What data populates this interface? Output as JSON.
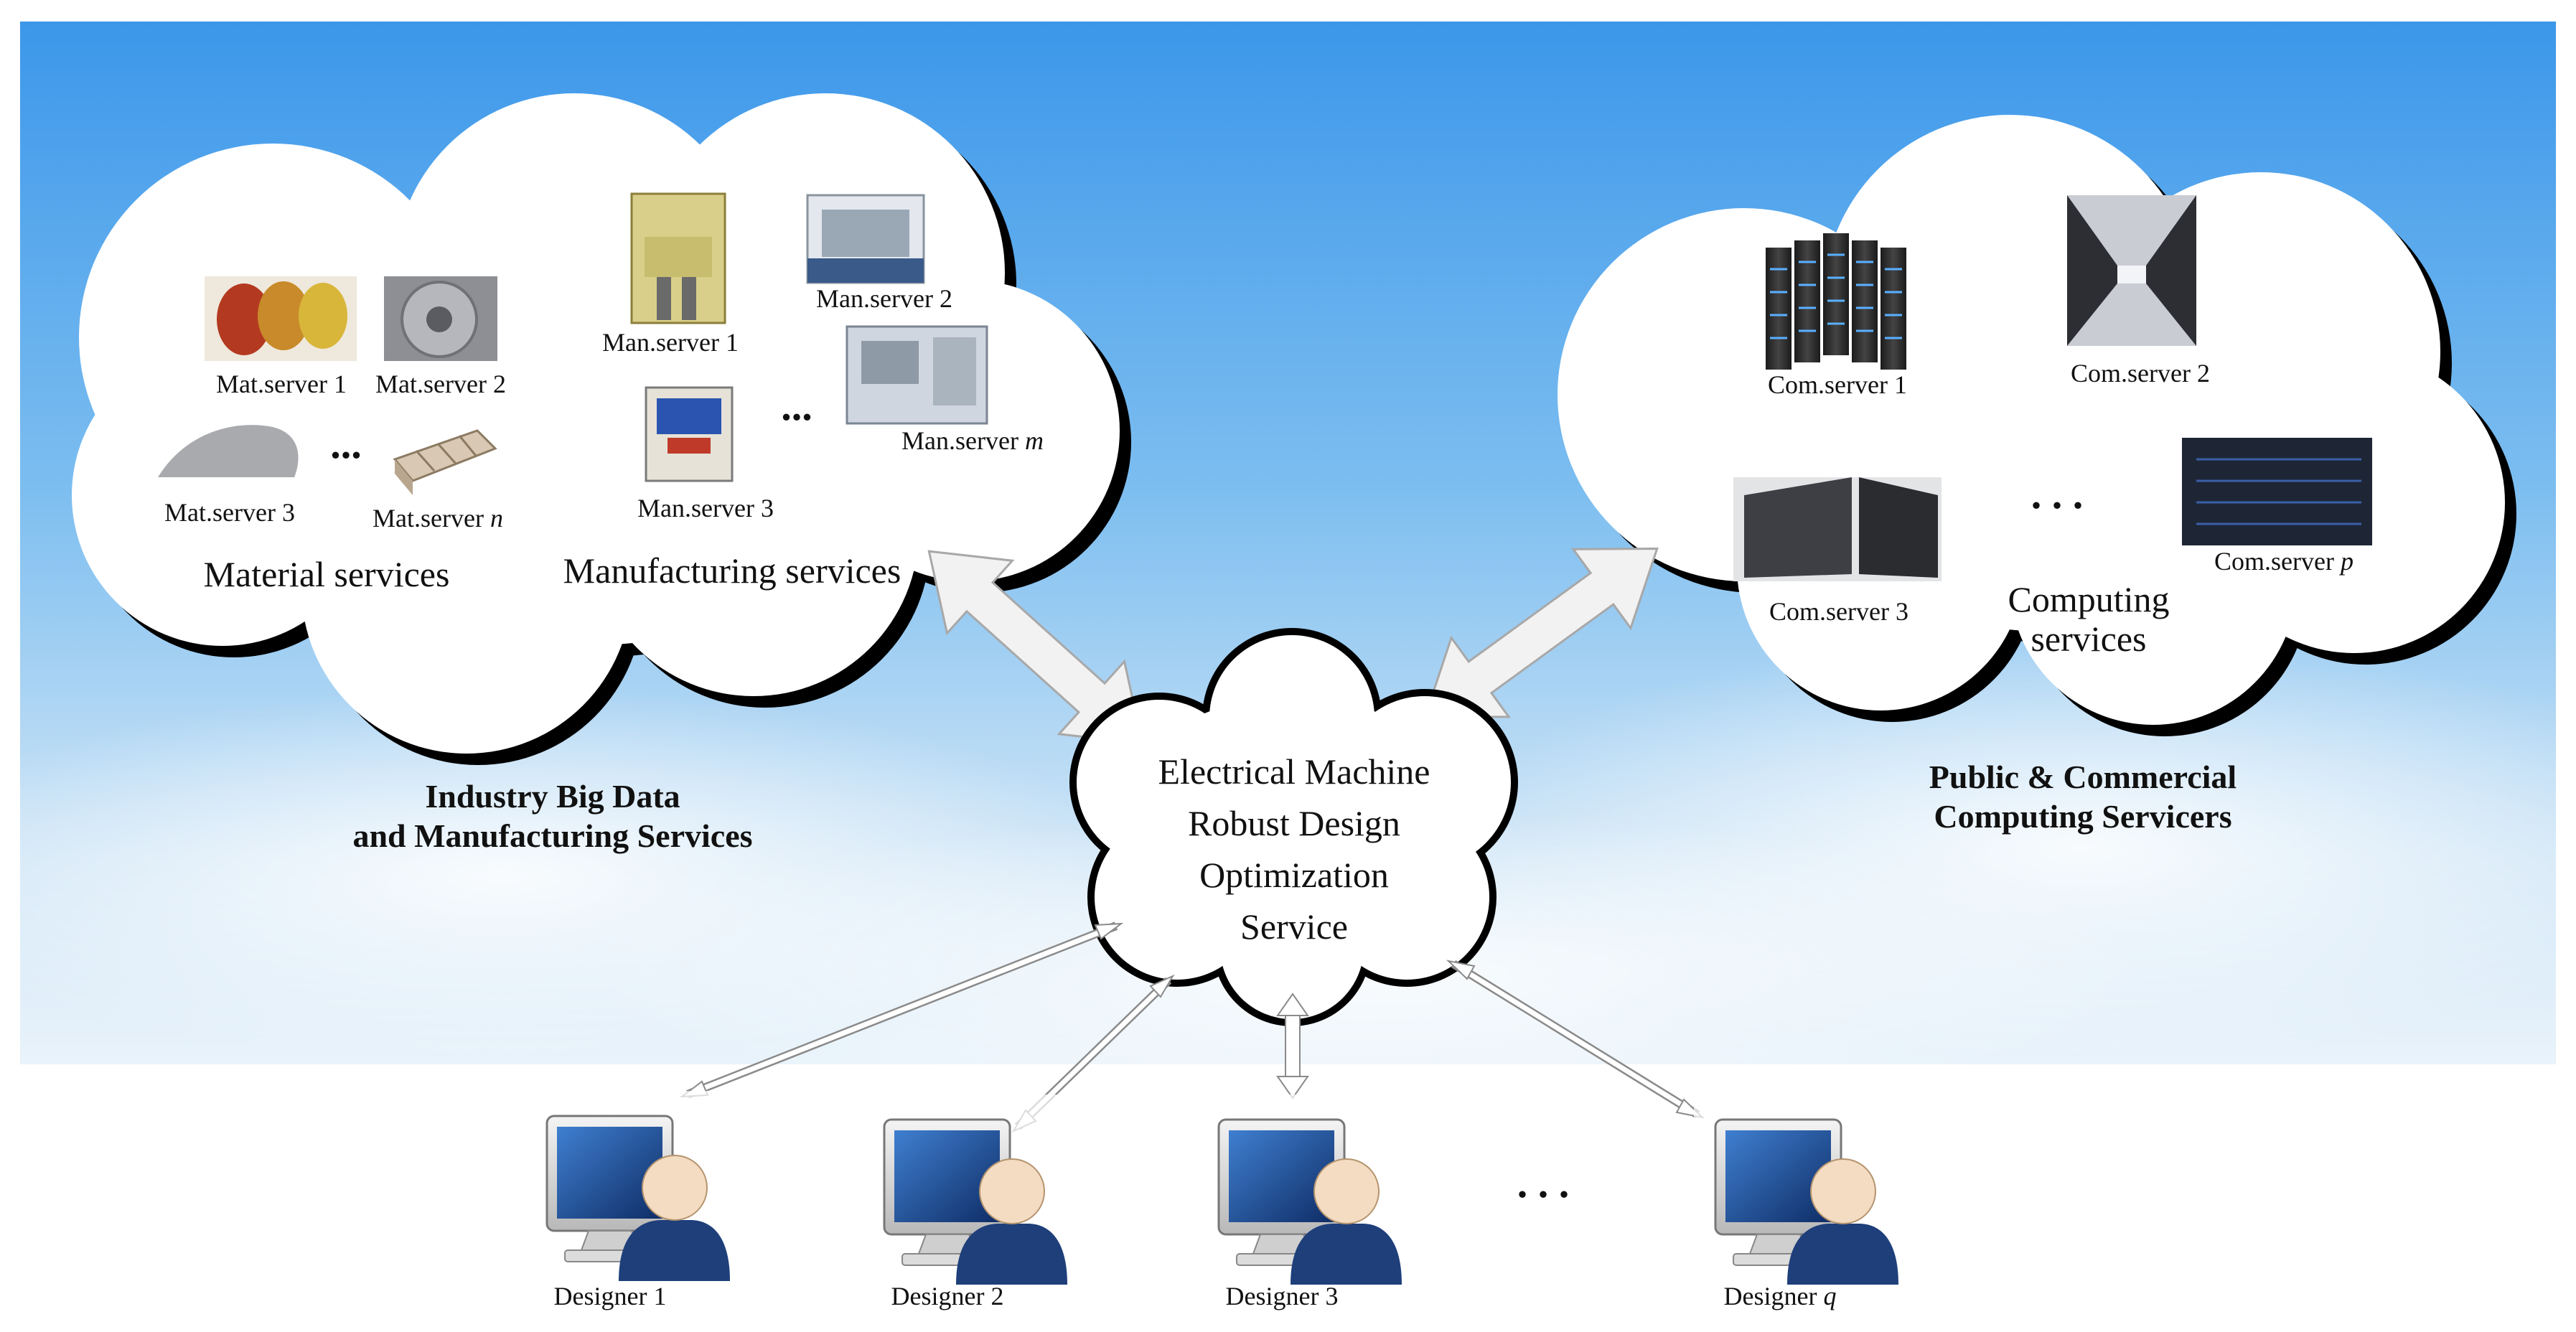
{
  "industry_cloud": {
    "material_servers": [
      "Mat.server 1",
      "Mat.server 2",
      "Mat.server 3"
    ],
    "material_server_last": {
      "prefix": "Mat.server ",
      "var": "n"
    },
    "manufacturing_servers": [
      "Man.server 1",
      "Man.server 2",
      "Man.server 3"
    ],
    "manufacturing_server_last": {
      "prefix": "Man.server ",
      "var": "m"
    },
    "material_services": "Material services",
    "manufacturing_services": "Manufacturing services",
    "ellipsis": "...",
    "group_title_line1": "Industry Big Data",
    "group_title_line2": "and Manufacturing Services"
  },
  "computing_cloud": {
    "servers": [
      "Com.server 1",
      "Com.server 2",
      "Com.server 3"
    ],
    "server_last": {
      "prefix": "Com.server ",
      "var": "p"
    },
    "services_line1": "Computing",
    "services_line2": "services",
    "ellipsis": ". . .",
    "group_title_line1": "Public & Commercial",
    "group_title_line2": "Computing Servicers"
  },
  "center_service": {
    "lines": [
      "Electrical Machine",
      "Robust Design",
      "Optimization",
      "Service"
    ]
  },
  "designers": {
    "labels": [
      "Designer 1",
      "Designer 2",
      "Designer 3"
    ],
    "last": {
      "prefix": "Designer ",
      "var": "q"
    },
    "ellipsis": ". . ."
  },
  "colors": {
    "sky_top": "#4a9fe8",
    "sky_bottom": "#dcecf8",
    "cloud_fill": "#ffffff",
    "cloud_outline": "#000000",
    "arrow_fill": "#f2f2f2",
    "monitor_screen": "#1f4f9a",
    "person_body": "#1e3f7a"
  }
}
